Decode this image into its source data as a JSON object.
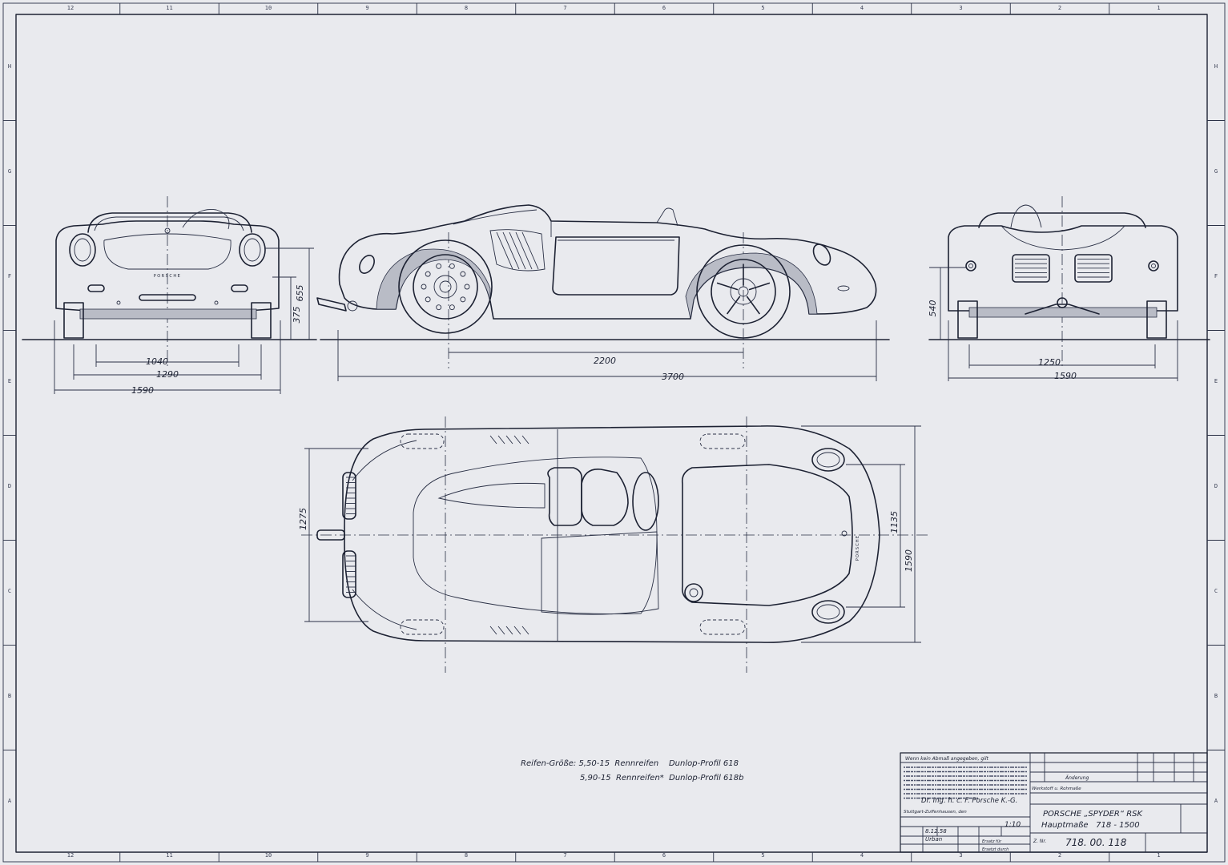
{
  "dimensions": {
    "front_track": "1040",
    "front_width_inner": "1290",
    "front_width": "1590",
    "front_height_375": "375",
    "front_height_655": "655",
    "wheelbase": "2200",
    "overall_length": "3700",
    "rear_track": "1250",
    "rear_width": "1590",
    "rear_height": "540",
    "plan_1275": "1275",
    "plan_1135": "1135",
    "plan_1590": "1590"
  },
  "notes": {
    "tyre_line_1": "Reifen-Größe: 5,50-15  Rennreifen    Dunlop-Profil 618",
    "tyre_line_2": "5,90-15  Rennreifen*  Dunlop-Profil 618b"
  },
  "title_block": {
    "general_note": "Wenn kein Abmaß angegeben, gilt",
    "company": "Dr. Ing. h. c. F. Porsche K.-G.",
    "location": "Stuttgart-Zuffenhausen, den",
    "date": "8.12.58",
    "drawn_by": "Urban",
    "scale": "1:10",
    "change_label": "Änderung",
    "material_label": "Werkstoff u. Rohmaße",
    "title_line_1": "PORSCHE „SPYDER“ RSK",
    "title_line_2": "Hauptmaße   718 - 1500",
    "drawing_number_label": "Z. Nr.",
    "drawing_number": "718. 00. 118",
    "replacement_for": "Ersatz für",
    "replaced_by": "Ersetzt durch"
  },
  "border": {
    "columns": [
      "12",
      "11",
      "10",
      "9",
      "8",
      "7",
      "6",
      "5",
      "4",
      "3",
      "2",
      "1"
    ],
    "rows": [
      "H",
      "G",
      "F",
      "E",
      "D",
      "C",
      "B",
      "A"
    ]
  },
  "badge_text": "PORSCHE",
  "colors": {
    "paper": "#e9eaee",
    "ink": "#1d2233"
  }
}
